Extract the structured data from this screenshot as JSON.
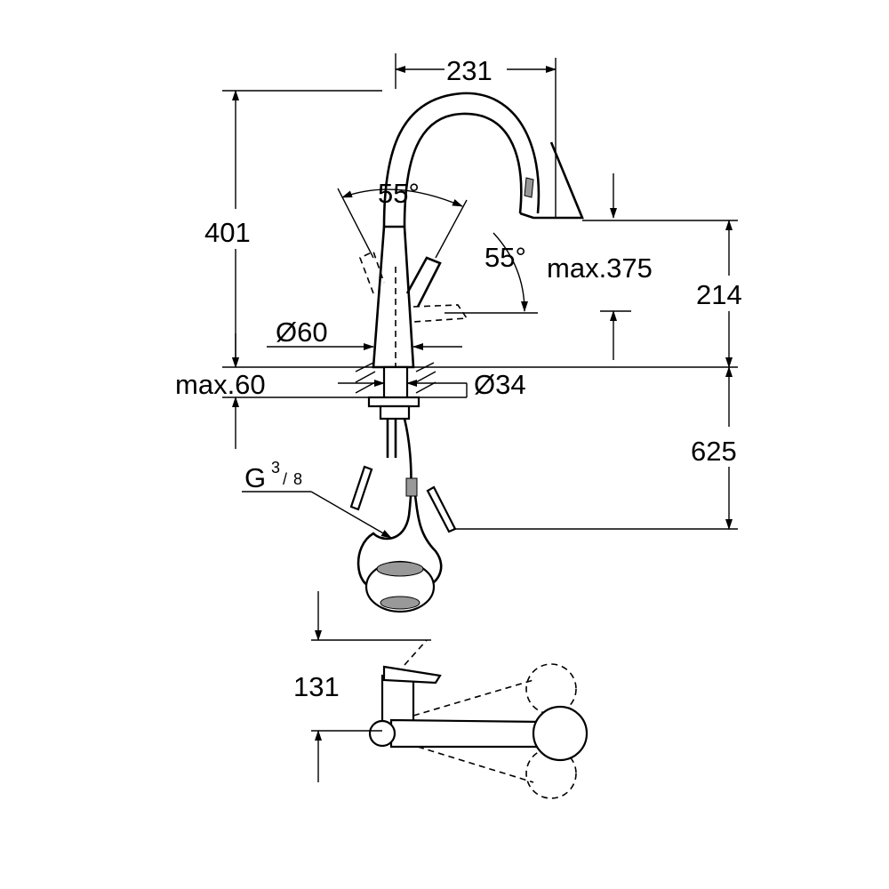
{
  "dimensions": {
    "spout_reach": "231",
    "total_height": "401",
    "lever_angle_front": "55°",
    "lever_angle_side": "55°",
    "max_clearance": "max.375",
    "outlet_height": "214",
    "base_diameter": "Ø60",
    "max_counter_thickness": "max.60",
    "hole_diameter": "Ø34",
    "hose_length": "625",
    "connection_thread": "G",
    "thread_size_num": "3",
    "thread_size_den": "8",
    "top_view_depth": "131"
  }
}
